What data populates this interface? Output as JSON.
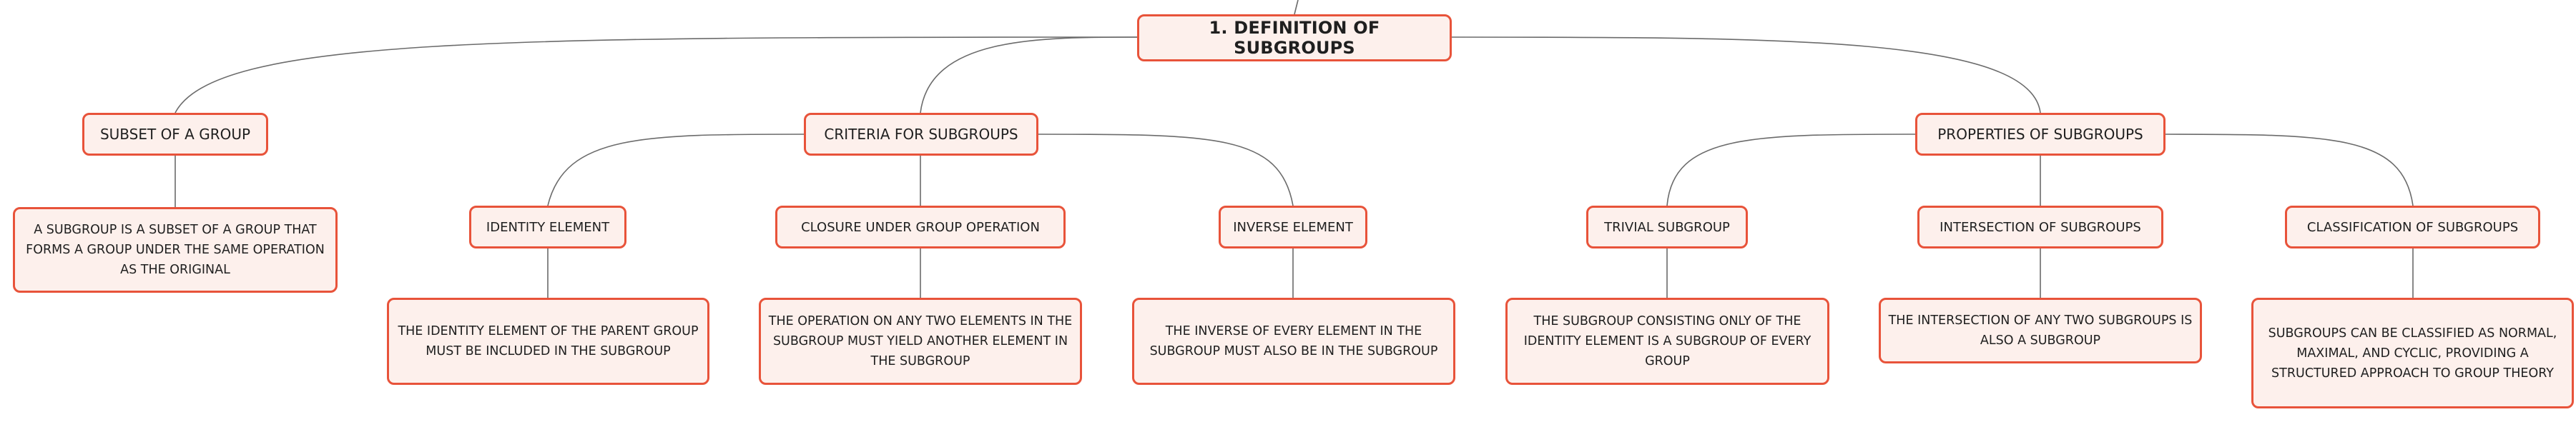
{
  "theme": {
    "border": "#e8533a",
    "fill": "#fdf0ec",
    "line": "#6b6b6b",
    "text": "#1f1f1f"
  },
  "mindmap": {
    "root": {
      "label": "1. DEFINITION OF SUBGROUPS"
    },
    "subset": {
      "label": "SUBSET OF A GROUP",
      "desc": "A SUBGROUP IS A SUBSET OF A GROUP THAT FORMS A GROUP UNDER THE SAME OPERATION AS THE ORIGINAL"
    },
    "criteria": {
      "label": "CRITERIA FOR SUBGROUPS",
      "identity": {
        "label": "IDENTITY ELEMENT",
        "desc": "THE IDENTITY ELEMENT OF THE PARENT GROUP MUST BE INCLUDED IN THE SUBGROUP"
      },
      "closure": {
        "label": "CLOSURE UNDER GROUP OPERATION",
        "desc": "THE OPERATION ON ANY TWO ELEMENTS IN THE SUBGROUP MUST YIELD ANOTHER ELEMENT IN THE SUBGROUP"
      },
      "inverse": {
        "label": "INVERSE ELEMENT",
        "desc": "THE INVERSE OF EVERY ELEMENT IN THE SUBGROUP MUST ALSO BE IN THE SUBGROUP"
      }
    },
    "properties": {
      "label": "PROPERTIES OF SUBGROUPS",
      "trivial": {
        "label": "TRIVIAL SUBGROUP",
        "desc": "THE SUBGROUP CONSISTING ONLY OF THE IDENTITY ELEMENT IS A SUBGROUP OF EVERY GROUP"
      },
      "intersection": {
        "label": "INTERSECTION OF SUBGROUPS",
        "desc": "THE INTERSECTION OF ANY TWO SUBGROUPS IS ALSO A SUBGROUP"
      },
      "classification": {
        "label": "CLASSIFICATION OF SUBGROUPS",
        "desc": "SUBGROUPS CAN BE CLASSIFIED AS NORMAL, MAXIMAL, AND CYCLIC, PROVIDING A STRUCTURED APPROACH TO GROUP THEORY"
      }
    }
  }
}
